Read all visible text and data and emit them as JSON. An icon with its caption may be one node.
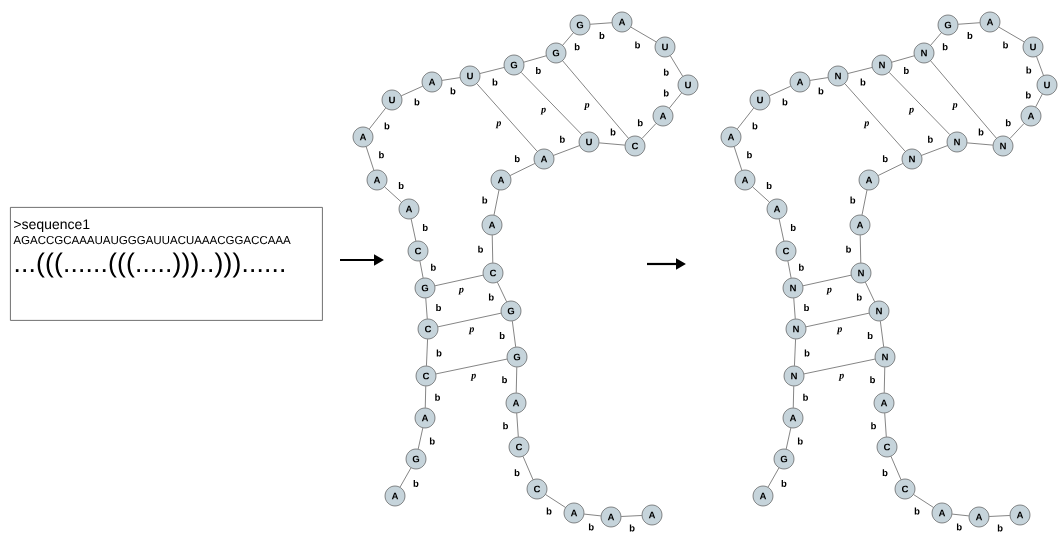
{
  "diagram": {
    "nodes": [
      {
        "text": [
          ">sequence1",
          "AGACCGCAAAUAUGGGAUUACUAAACGGACCAAA",
          "...(((......(((.....)))..)))......"
        ]
      },
      {
        "text": [
          "A"
        ]
      },
      {
        "text": [
          "G"
        ]
      },
      {
        "text": [
          "A"
        ]
      },
      {
        "text": [
          "C"
        ]
      },
      {
        "text": [
          "C"
        ]
      },
      {
        "text": [
          "G"
        ]
      },
      {
        "text": [
          "C"
        ]
      },
      {
        "text": [
          "A"
        ]
      },
      {
        "text": [
          "A"
        ]
      },
      {
        "text": [
          "A"
        ]
      },
      {
        "text": [
          "U"
        ]
      },
      {
        "text": [
          "A"
        ]
      },
      {
        "text": [
          "U"
        ]
      },
      {
        "text": [
          "G"
        ]
      },
      {
        "text": [
          "G"
        ]
      },
      {
        "text": [
          "G"
        ]
      },
      {
        "text": [
          "A"
        ]
      },
      {
        "text": [
          "U"
        ]
      },
      {
        "text": [
          "U"
        ]
      },
      {
        "text": [
          "A"
        ]
      },
      {
        "text": [
          "C"
        ]
      },
      {
        "text": [
          "U"
        ]
      },
      {
        "text": [
          "A"
        ]
      },
      {
        "text": [
          "A"
        ]
      },
      {
        "text": [
          "A"
        ]
      },
      {
        "text": [
          "C"
        ]
      },
      {
        "text": [
          "G"
        ]
      },
      {
        "text": [
          "G"
        ]
      },
      {
        "text": [
          "A"
        ]
      },
      {
        "text": [
          "C"
        ]
      },
      {
        "text": [
          "C"
        ]
      },
      {
        "text": [
          "A"
        ]
      },
      {
        "text": [
          "A"
        ]
      },
      {
        "text": [
          "A"
        ]
      },
      {
        "text": [
          "A"
        ]
      },
      {
        "text": [
          "G"
        ]
      },
      {
        "text": [
          "A"
        ]
      },
      {
        "text": [
          "N"
        ]
      },
      {
        "text": [
          "N"
        ]
      },
      {
        "text": [
          "N"
        ]
      },
      {
        "text": [
          "C"
        ]
      },
      {
        "text": [
          "A"
        ]
      },
      {
        "text": [
          "A"
        ]
      },
      {
        "text": [
          "A"
        ]
      },
      {
        "text": [
          "U"
        ]
      },
      {
        "text": [
          "A"
        ]
      },
      {
        "text": [
          "N"
        ]
      },
      {
        "text": [
          "N"
        ]
      },
      {
        "text": [
          "N"
        ]
      },
      {
        "text": [
          "G"
        ]
      },
      {
        "text": [
          "A"
        ]
      },
      {
        "text": [
          "U"
        ]
      },
      {
        "text": [
          "U"
        ]
      },
      {
        "text": [
          "A"
        ]
      },
      {
        "text": [
          "N"
        ]
      },
      {
        "text": [
          "N"
        ]
      },
      {
        "text": [
          "N"
        ]
      },
      {
        "text": [
          "A"
        ]
      },
      {
        "text": [
          "A"
        ]
      },
      {
        "text": [
          "N"
        ]
      },
      {
        "text": [
          "N"
        ]
      },
      {
        "text": [
          "N"
        ]
      },
      {
        "text": [
          "A"
        ]
      },
      {
        "text": [
          "C"
        ]
      },
      {
        "text": [
          "C"
        ]
      },
      {
        "text": [
          "A"
        ]
      },
      {
        "text": [
          "A"
        ]
      },
      {
        "text": [
          "A"
        ]
      }
    ],
    "edges": [
      {
        "from": 1,
        "to": 2,
        "arrow": "none",
        "label": "b"
      },
      {
        "from": 2,
        "to": 3,
        "arrow": "none",
        "label": "b"
      },
      {
        "from": 3,
        "to": 4,
        "arrow": "none",
        "label": "b"
      },
      {
        "from": 4,
        "to": 5,
        "arrow": "none",
        "label": "b"
      },
      {
        "from": 5,
        "to": 6,
        "arrow": "none",
        "label": "b"
      },
      {
        "from": 6,
        "to": 7,
        "arrow": "none",
        "label": "b"
      },
      {
        "from": 7,
        "to": 8,
        "arrow": "none",
        "label": "b"
      },
      {
        "from": 8,
        "to": 9,
        "arrow": "none",
        "label": "b"
      },
      {
        "from": 9,
        "to": 10,
        "arrow": "none",
        "label": "b"
      },
      {
        "from": 10,
        "to": 11,
        "arrow": "none",
        "label": "b"
      },
      {
        "from": 11,
        "to": 12,
        "arrow": "none",
        "label": "b"
      },
      {
        "from": 12,
        "to": 13,
        "arrow": "none",
        "label": "b"
      },
      {
        "from": 13,
        "to": 14,
        "arrow": "none",
        "label": "b"
      },
      {
        "from": 14,
        "to": 15,
        "arrow": "none",
        "label": "b"
      },
      {
        "from": 15,
        "to": 16,
        "arrow": "none",
        "label": "b"
      },
      {
        "from": 16,
        "to": 17,
        "arrow": "none",
        "label": "b"
      },
      {
        "from": 17,
        "to": 18,
        "arrow": "none",
        "label": "b"
      },
      {
        "from": 18,
        "to": 19,
        "arrow": "none",
        "label": "b"
      },
      {
        "from": 19,
        "to": 20,
        "arrow": "none",
        "label": "b"
      },
      {
        "from": 20,
        "to": 21,
        "arrow": "none",
        "label": "b"
      },
      {
        "from": 21,
        "to": 22,
        "arrow": "none",
        "label": "b"
      },
      {
        "from": 22,
        "to": 23,
        "arrow": "none",
        "label": "b"
      },
      {
        "from": 23,
        "to": 24,
        "arrow": "none",
        "label": "b"
      },
      {
        "from": 24,
        "to": 25,
        "arrow": "none",
        "label": "b"
      },
      {
        "from": 25,
        "to": 26,
        "arrow": "none",
        "label": "b"
      },
      {
        "from": 26,
        "to": 27,
        "arrow": "none",
        "label": "b"
      },
      {
        "from": 27,
        "to": 28,
        "arrow": "none",
        "label": "b"
      },
      {
        "from": 28,
        "to": 29,
        "arrow": "none",
        "label": "b"
      },
      {
        "from": 29,
        "to": 30,
        "arrow": "none",
        "label": "b"
      },
      {
        "from": 30,
        "to": 31,
        "arrow": "none",
        "label": "b"
      },
      {
        "from": 31,
        "to": 32,
        "arrow": "none",
        "label": "b"
      },
      {
        "from": 32,
        "to": 33,
        "arrow": "none",
        "label": "b"
      },
      {
        "from": 33,
        "to": 34,
        "arrow": "none",
        "label": "b"
      },
      {
        "from": 4,
        "to": 28,
        "arrow": "none",
        "label": "p"
      },
      {
        "from": 5,
        "to": 27,
        "arrow": "none",
        "label": "p"
      },
      {
        "from": 6,
        "to": 26,
        "arrow": "none",
        "label": "p"
      },
      {
        "from": 13,
        "to": 23,
        "arrow": "none",
        "label": "p"
      },
      {
        "from": 14,
        "to": 22,
        "arrow": "none",
        "label": "p"
      },
      {
        "from": 15,
        "to": 21,
        "arrow": "none",
        "label": "p"
      },
      {
        "from": 35,
        "to": 36,
        "arrow": "none",
        "label": "b"
      },
      {
        "from": 36,
        "to": 37,
        "arrow": "none",
        "label": "b"
      },
      {
        "from": 37,
        "to": 38,
        "arrow": "none",
        "label": "b"
      },
      {
        "from": 38,
        "to": 39,
        "arrow": "none",
        "label": "b"
      },
      {
        "from": 39,
        "to": 40,
        "arrow": "none",
        "label": "b"
      },
      {
        "from": 40,
        "to": 41,
        "arrow": "none",
        "label": "b"
      },
      {
        "from": 41,
        "to": 42,
        "arrow": "none",
        "label": "b"
      },
      {
        "from": 42,
        "to": 43,
        "arrow": "none",
        "label": "b"
      },
      {
        "from": 43,
        "to": 44,
        "arrow": "none",
        "label": "b"
      },
      {
        "from": 44,
        "to": 45,
        "arrow": "none",
        "label": "b"
      },
      {
        "from": 45,
        "to": 46,
        "arrow": "none",
        "label": "b"
      },
      {
        "from": 46,
        "to": 47,
        "arrow": "none",
        "label": "b"
      },
      {
        "from": 47,
        "to": 48,
        "arrow": "none",
        "label": "b"
      },
      {
        "from": 48,
        "to": 49,
        "arrow": "none",
        "label": "b"
      },
      {
        "from": 49,
        "to": 50,
        "arrow": "none",
        "label": "b"
      },
      {
        "from": 50,
        "to": 51,
        "arrow": "none",
        "label": "b"
      },
      {
        "from": 51,
        "to": 52,
        "arrow": "none",
        "label": "b"
      },
      {
        "from": 52,
        "to": 53,
        "arrow": "none",
        "label": "b"
      },
      {
        "from": 53,
        "to": 54,
        "arrow": "none",
        "label": "b"
      },
      {
        "from": 54,
        "to": 55,
        "arrow": "none",
        "label": "b"
      },
      {
        "from": 55,
        "to": 56,
        "arrow": "none",
        "label": "b"
      },
      {
        "from": 56,
        "to": 57,
        "arrow": "none",
        "label": "b"
      },
      {
        "from": 57,
        "to": 58,
        "arrow": "none",
        "label": "b"
      },
      {
        "from": 58,
        "to": 59,
        "arrow": "none",
        "label": "b"
      },
      {
        "from": 59,
        "to": 60,
        "arrow": "none",
        "label": "b"
      },
      {
        "from": 60,
        "to": 61,
        "arrow": "none",
        "label": "b"
      },
      {
        "from": 61,
        "to": 62,
        "arrow": "none",
        "label": "b"
      },
      {
        "from": 62,
        "to": 63,
        "arrow": "none",
        "label": "b"
      },
      {
        "from": 63,
        "to": 64,
        "arrow": "none",
        "label": "b"
      },
      {
        "from": 64,
        "to": 65,
        "arrow": "none",
        "label": "b"
      },
      {
        "from": 65,
        "to": 66,
        "arrow": "none",
        "label": "b"
      },
      {
        "from": 66,
        "to": 67,
        "arrow": "none",
        "label": "b"
      },
      {
        "from": 67,
        "to": 68,
        "arrow": "none",
        "label": "b"
      },
      {
        "from": 38,
        "to": 62,
        "arrow": "none",
        "label": "p"
      },
      {
        "from": 39,
        "to": 61,
        "arrow": "none",
        "label": "p"
      },
      {
        "from": 40,
        "to": 60,
        "arrow": "none",
        "label": "p"
      },
      {
        "from": 47,
        "to": 57,
        "arrow": "none",
        "label": "p"
      },
      {
        "from": 48,
        "to": 56,
        "arrow": "none",
        "label": "p"
      },
      {
        "from": 49,
        "to": 55,
        "arrow": "none",
        "label": "p"
      }
    ]
  }
}
